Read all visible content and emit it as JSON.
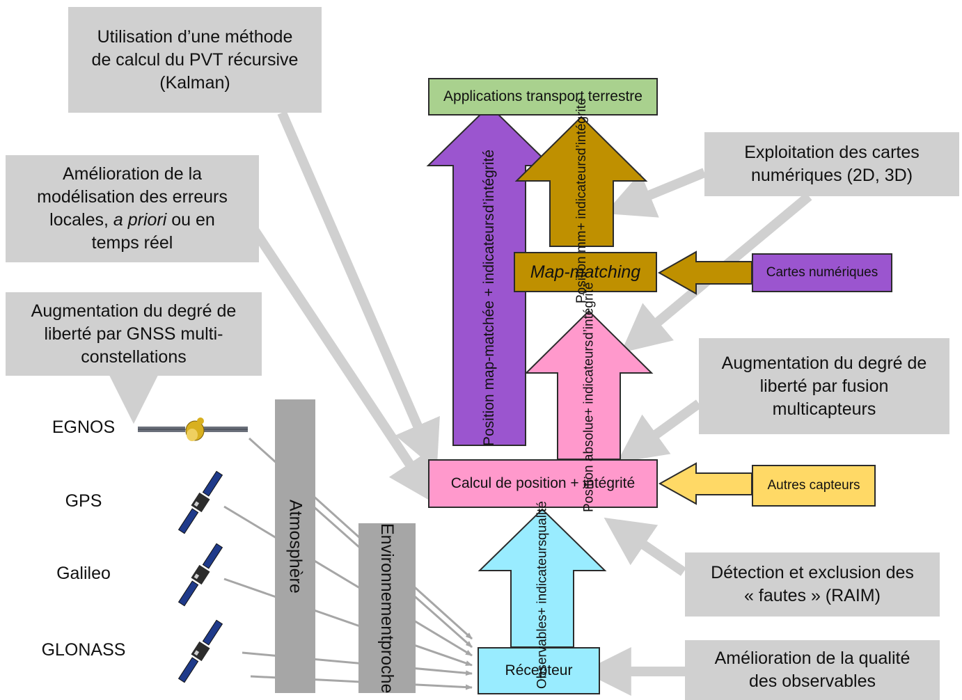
{
  "gray_notes": {
    "kalman": [
      "Utilisation d’une méthode",
      "de calcul du PVT récursive",
      "(Kalman)"
    ],
    "local_errors": [
      "Amélioration de la",
      "modélisation des erreurs",
      "locales, ",
      "a priori",
      " ou en",
      "temps réel"
    ],
    "multi_gnss": [
      "Augmentation du degré de",
      "liberté par GNSS multi-",
      "constellations"
    ],
    "maps": [
      "Exploitation des cartes",
      "numériques (2D, 3D)"
    ],
    "fusion": [
      "Augmentation du degré de",
      "liberté par fusion",
      "multicapteurs"
    ],
    "raim": [
      "Détection et exclusion des",
      "« fautes » (RAIM)"
    ],
    "observables_quality": [
      "Amélioration de la qualité",
      "des observables"
    ]
  },
  "boxes": {
    "applications": "Applications transport terrestre",
    "map_matching": "Map-matching",
    "digital_maps": "Cartes numériques",
    "position_calc": "Calcul de position + intégrité",
    "other_sensors": "Autres capteurs",
    "receiver": "Récepteur"
  },
  "arrows": {
    "position_mm_matched": [
      "Position map-matchée + indicateurs",
      "d’intégrité"
    ],
    "position_mm": [
      "Position mm",
      "+ indicateurs",
      "d’intégrité"
    ],
    "position_absolute": [
      "Position absolue",
      "+ indicateurs",
      "d’intégrité"
    ],
    "observables": [
      "Observables",
      "+ indicateurs",
      "qualité"
    ]
  },
  "layers": {
    "atmosphere": "Atmosphère",
    "environment": [
      "Environnement",
      "proche"
    ]
  },
  "satellites": [
    "EGNOS",
    "GPS",
    "Galileo",
    "GLONASS"
  ],
  "colors": {
    "gray": "#d0d0d0",
    "green": "#a9d18e",
    "purple": "#9b55cf",
    "gold": "#bf9000",
    "pink": "#ff99cc",
    "yellow": "#ffd966",
    "cyan": "#99ecff",
    "dark_gray": "#a6a6a6"
  }
}
